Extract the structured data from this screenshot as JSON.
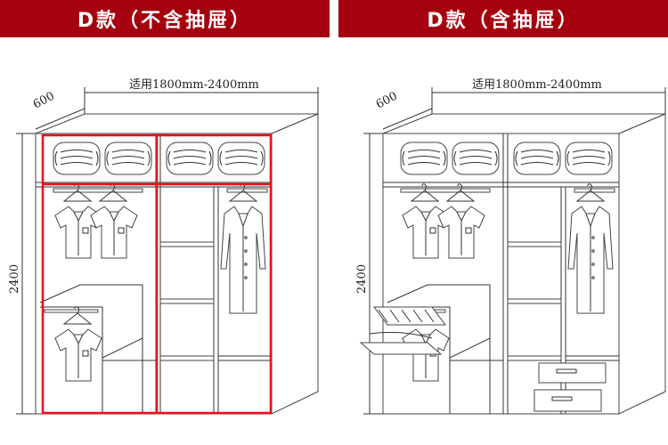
{
  "banners": {
    "left": "D款（不含抽屉）",
    "right": "D款（含抽屉）"
  },
  "cabinets": [
    {
      "depth_label": "600",
      "width_label": "适用1800mm-2400mm",
      "height_label": "2400",
      "includes_drawers": false,
      "highlight_color": "#e8101e"
    },
    {
      "depth_label": "600",
      "width_label": "适用1800mm-2400mm",
      "height_label": "2400",
      "includes_drawers": true
    }
  ],
  "colors": {
    "banner_bg": "#a5000d",
    "banner_text": "#ffffff",
    "line": "#333333"
  }
}
